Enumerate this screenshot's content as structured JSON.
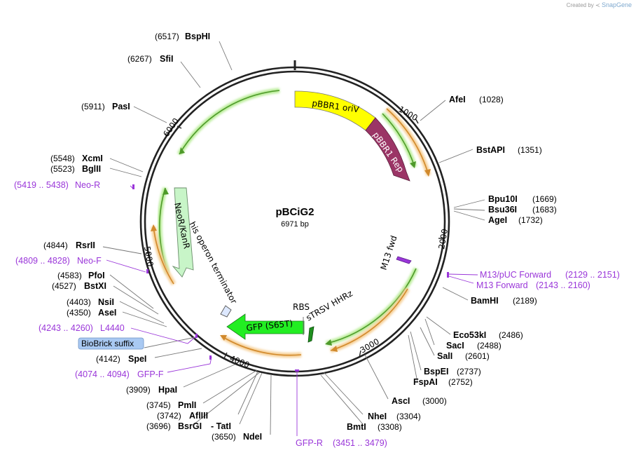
{
  "credit": {
    "prefix": "Created by",
    "brand": "SnapGene"
  },
  "plasmid": {
    "name": "pBCiG2",
    "size_label": "6971 bp",
    "length": 6971
  },
  "ticks": [
    {
      "pos": 1000,
      "label": "1000"
    },
    {
      "pos": 2000,
      "label": "2000"
    },
    {
      "pos": 3000,
      "label": "3000"
    },
    {
      "pos": 4000,
      "label": "4000"
    },
    {
      "pos": 5000,
      "label": "5000"
    },
    {
      "pos": 6000,
      "label": "6000"
    }
  ],
  "left_sites": [
    {
      "pos": "(6517)",
      "name": "BspHI"
    },
    {
      "pos": "(6267)",
      "name": "SfiI"
    },
    {
      "pos": "(5911)",
      "name": "PasI"
    },
    {
      "pos": "(5548)",
      "name": "XcmI"
    },
    {
      "pos": "(5523)",
      "name": "BglII"
    },
    {
      "pos": "(4844)",
      "name": "RsrII"
    },
    {
      "pos": "(4583)",
      "name": "PfoI"
    },
    {
      "pos": "(4527)",
      "name": "BstXI"
    },
    {
      "pos": "(4403)",
      "name": "NsiI"
    },
    {
      "pos": "(4350)",
      "name": "AseI"
    },
    {
      "pos": "(4142)",
      "name": "SpeI"
    },
    {
      "pos": "(3909)",
      "name": "HpaI"
    },
    {
      "pos": "(3745)",
      "name": "PmlI"
    },
    {
      "pos": "(3742)",
      "name": "AflIII"
    },
    {
      "pos": "(3696)",
      "name": "BsrGI"
    },
    {
      "pos": "(3650)",
      "name": "NdeI"
    }
  ],
  "right_sites": [
    {
      "name": "AfeI",
      "pos": "(1028)"
    },
    {
      "name": "BstAPI",
      "pos": "(1351)"
    },
    {
      "name": "Bpu10I",
      "pos": "(1669)"
    },
    {
      "name": "Bsu36I",
      "pos": "(1683)"
    },
    {
      "name": "AgeI",
      "pos": "(1732)"
    },
    {
      "name": "BamHI",
      "pos": "(2189)"
    },
    {
      "name": "Eco53kI",
      "pos": "(2486)"
    },
    {
      "name": "SacI",
      "pos": "(2488)"
    },
    {
      "name": "SalI",
      "pos": "(2601)"
    },
    {
      "name": "BspEI",
      "pos": "(2737)"
    },
    {
      "name": "FspAI",
      "pos": "(2752)"
    },
    {
      "name": "AscI",
      "pos": "(3000)"
    },
    {
      "name": "NheI",
      "pos": "(3304)"
    },
    {
      "name": "BmtI",
      "pos": "(3308)"
    }
  ],
  "tati": "- TatI",
  "primers": [
    {
      "range": "(5419 .. 5438)",
      "name": "Neo-R"
    },
    {
      "range": "(4809 .. 4828)",
      "name": "Neo-F"
    },
    {
      "range": "(4243 .. 4260)",
      "name": "L4440"
    },
    {
      "range": "(4074 .. 4094)",
      "name": "GFP-F"
    },
    {
      "range": "(3451 .. 3479)",
      "name": "GFP-R"
    },
    {
      "range": "(2129 .. 2151)",
      "name": "M13/pUC Forward"
    },
    {
      "range": "(2143 .. 2160)",
      "name": "M13 Forward"
    }
  ],
  "misc_feature": "BioBrick suffix",
  "features": {
    "pbbr1_ori": "pBBR1 oriV",
    "pbbr1_rep": "pBBR1 Rep",
    "neor": "NeoR/KanR",
    "terminator": "his operon terminator",
    "gfp": "GFP (S65T)",
    "rbs": "RBS",
    "hhrz": "sTRSV HHRz",
    "m13fwd": "M13 fwd"
  },
  "colors": {
    "backbone": "#222222",
    "ori": "#ffff00",
    "rep": "#9b3566",
    "neor": "#c8f5c8",
    "gfp": "#22ee22",
    "orf_green": "#6cc24a",
    "orf_orange": "#e8a64a",
    "primer": "#9a36d9",
    "biobrick_bg": "#a9c9f2"
  }
}
